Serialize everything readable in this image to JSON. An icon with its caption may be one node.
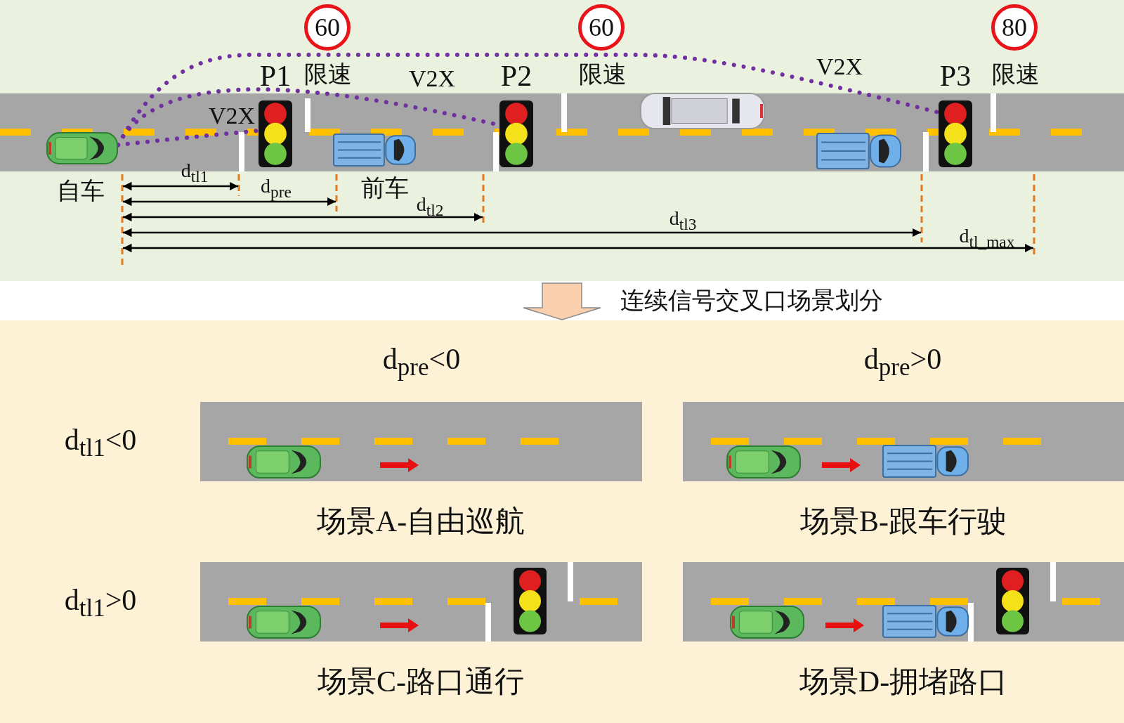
{
  "diagram": {
    "nodes": [
      {
        "text": [],
        "shape": "picture",
        "beside": [
          "自车"
        ]
      },
      {
        "text": [
          "60"
        ],
        "beside": [
          "限速"
        ]
      },
      {
        "text": [
          "P1"
        ]
      },
      {
        "text": [
          "60"
        ],
        "beside": [
          "限速"
        ]
      },
      {
        "text": [
          "P2"
        ]
      },
      {
        "text": [],
        "shape": "picture",
        "beside": [
          "前车"
        ]
      },
      {
        "text": [
          "80"
        ],
        "beside": [
          "限速"
        ]
      },
      {
        "text": [
          "P3"
        ]
      },
      {
        "text": [
          "场景A-自由巡航"
        ]
      },
      {
        "text": [
          "场景B-跟车行驶"
        ]
      },
      {
        "text": [
          "场景C-路口通行"
        ]
      },
      {
        "text": [
          "场景D-拥堵路口"
        ]
      }
    ],
    "edges": [
      {
        "from": 0,
        "to": 2,
        "arrow": "none",
        "label": "V2X"
      },
      {
        "from": 0,
        "to": 4,
        "arrow": "none",
        "label": "V2X"
      },
      {
        "from": 0,
        "to": 7,
        "arrow": "none",
        "label": "V2X"
      }
    ],
    "labels": [
      "d$_{tl1}$",
      "d$_{pre}$",
      "d$_{tl2}$",
      "d$_{tl3}$",
      "d$_{tl_max}$",
      "连续信号交叉口场景划分",
      "d$_{pre}$<0",
      "d$_{pre}$>0",
      "d$_{tl1}$<0",
      "d$_{tl1}$>0"
    ]
  }
}
